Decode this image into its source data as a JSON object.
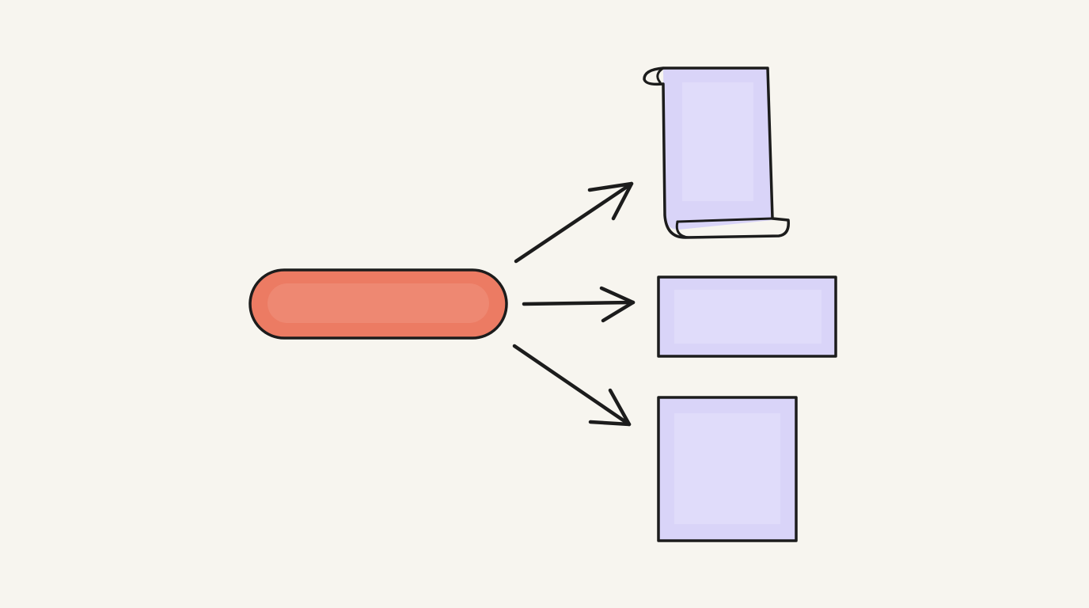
{
  "diagram": {
    "kind": "one-to-three branching sketch",
    "source": {
      "shape": "pill",
      "label": "",
      "color": "#ec7b63"
    },
    "targets": [
      {
        "shape": "scroll",
        "label": "",
        "color": "#d9d4f8"
      },
      {
        "shape": "wide-rectangle",
        "label": "",
        "color": "#d9d4f8"
      },
      {
        "shape": "square",
        "label": "",
        "color": "#d9d4f8"
      }
    ],
    "edges": [
      {
        "from": "source",
        "to": "target-1",
        "direction": "up-right"
      },
      {
        "from": "source",
        "to": "target-2",
        "direction": "right"
      },
      {
        "from": "source",
        "to": "target-3",
        "direction": "down-right"
      }
    ]
  },
  "colors": {
    "background": "#f7f5ef",
    "ink": "#1c1c1c",
    "source_fill": "#ec7b63",
    "source_highlight": "#f29a85",
    "target_fill": "#d9d4f8",
    "target_highlight": "#e6e2fb"
  }
}
